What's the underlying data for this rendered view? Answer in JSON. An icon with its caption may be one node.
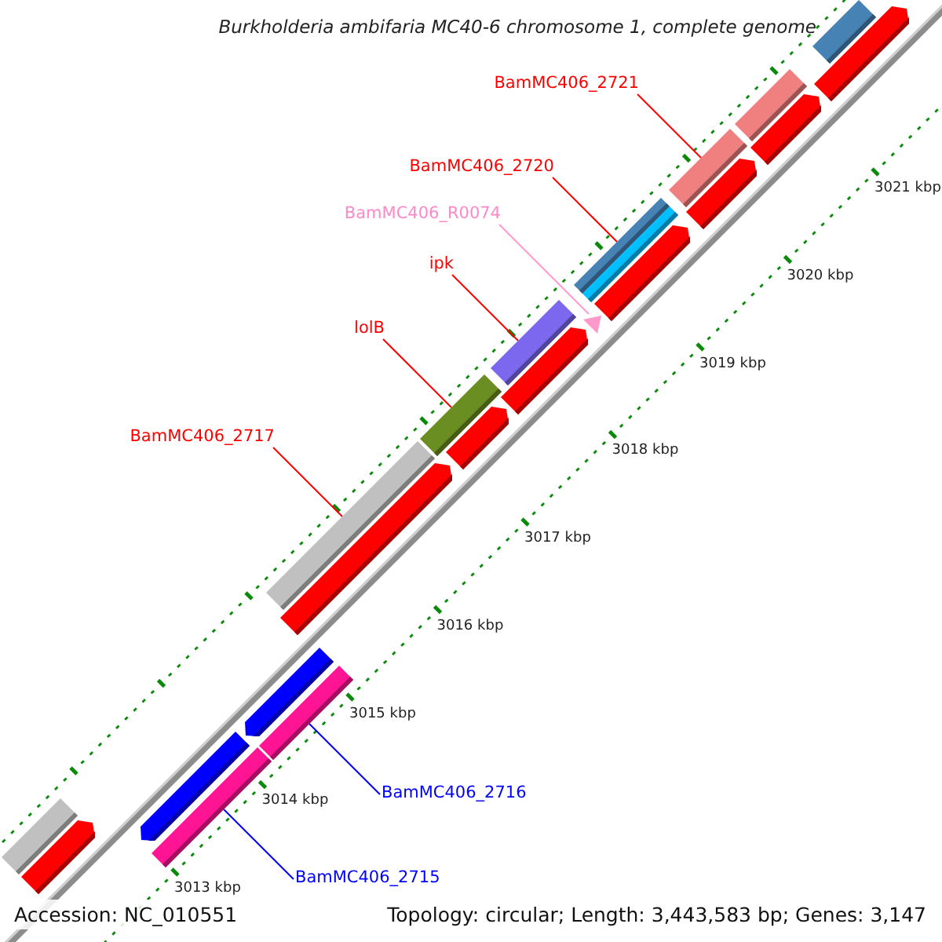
{
  "diagram": {
    "title": "Burkholderia ambifaria MC40-6 chromosome 1, complete genome",
    "nodes": [
      {
        "text": [
          "BamMC406_2721"
        ]
      },
      {
        "text": [
          "BamMC406_2720"
        ]
      },
      {
        "text": [
          "BamMC406_R0074"
        ]
      },
      {
        "text": [
          "ipk"
        ]
      },
      {
        "text": [
          "lolB"
        ]
      },
      {
        "text": [
          "BamMC406_2717"
        ]
      },
      {
        "text": [
          "BamMC406_2716"
        ]
      },
      {
        "text": [
          "BamMC406_2715"
        ]
      },
      {
        "text": [],
        "shape": "bar"
      },
      {
        "text": [],
        "shape": "bar"
      },
      {
        "text": [],
        "shape": "triangle"
      },
      {
        "text": [],
        "shape": "bar"
      },
      {
        "text": [],
        "shape": "bar"
      },
      {
        "text": [],
        "shape": "bar"
      },
      {
        "text": [],
        "shape": "bar"
      },
      {
        "text": [],
        "shape": "bar"
      },
      {
        "text": [],
        "shape": "bar"
      },
      {
        "text": [],
        "shape": "pentagon"
      },
      {
        "text": [],
        "shape": "bar"
      },
      {
        "text": [],
        "shape": "pentagon"
      },
      {
        "text": [],
        "shape": "pentagon"
      },
      {
        "text": [],
        "shape": "bar"
      },
      {
        "text": [],
        "shape": "pentagon"
      },
      {
        "text": [],
        "shape": "pentagon"
      },
      {
        "text": [],
        "shape": "pentagon"
      },
      {
        "text": [],
        "shape": "pentagon"
      },
      {
        "text": [],
        "shape": "pentagon"
      },
      {
        "text": [],
        "shape": "pentagon"
      },
      {
        "text": [],
        "shape": "bar"
      },
      {
        "text": [],
        "shape": "pentagon"
      }
    ],
    "edges": [
      {
        "from": 0,
        "to": 8,
        "arrow": "none"
      },
      {
        "from": 1,
        "to": 9,
        "arrow": "none"
      },
      {
        "from": 2,
        "to": 10,
        "arrow": "none",
        "color": "#ff99cc"
      },
      {
        "from": 3,
        "to": 11,
        "arrow": "none"
      },
      {
        "from": 4,
        "to": 12,
        "arrow": "none"
      },
      {
        "from": 5,
        "to": 13,
        "arrow": "none"
      },
      {
        "from": 6,
        "to": 14,
        "arrow": "none",
        "color": "#0000ff"
      },
      {
        "from": 7,
        "to": 15,
        "arrow": "none",
        "color": "#0000ff"
      }
    ],
    "labels": [
      "3021 kbp",
      "3020 kbp",
      "3019 kbp",
      "3018 kbp",
      "3017 kbp",
      "3016 kbp",
      "3015 kbp",
      "3014 kbp",
      "3013 kbp",
      "Accession: NC_010551",
      "Topology: circular; Length: 3,443,583 bp; Genes: 3,147"
    ]
  }
}
